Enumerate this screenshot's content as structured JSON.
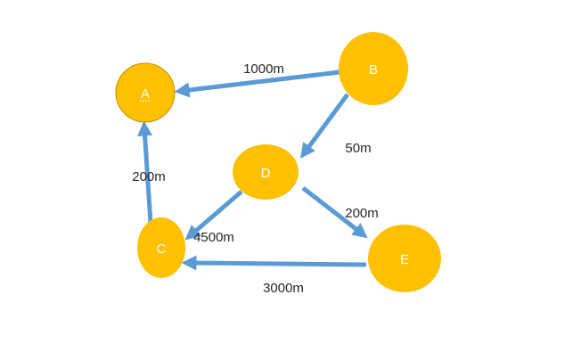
{
  "colors": {
    "node_fill": "#FFC000",
    "node_stroke_selected": "#BF9000",
    "edge": "#5B9BD5",
    "node_text": "#FFFFFF",
    "edge_text": "#262626"
  },
  "nodes": {
    "A": {
      "label": "A",
      "selected": true
    },
    "B": {
      "label": "B"
    },
    "C": {
      "label": "C"
    },
    "D": {
      "label": "D"
    },
    "E": {
      "label": "E"
    }
  },
  "edges": [
    {
      "from": "B",
      "to": "A",
      "label": "1000m"
    },
    {
      "from": "B",
      "to": "D",
      "label": "50m"
    },
    {
      "from": "C",
      "to": "A",
      "label": "200m"
    },
    {
      "from": "D",
      "to": "C",
      "label": "4500m"
    },
    {
      "from": "D",
      "to": "E",
      "label": "200m"
    },
    {
      "from": "E",
      "to": "C",
      "label": "3000m"
    }
  ]
}
